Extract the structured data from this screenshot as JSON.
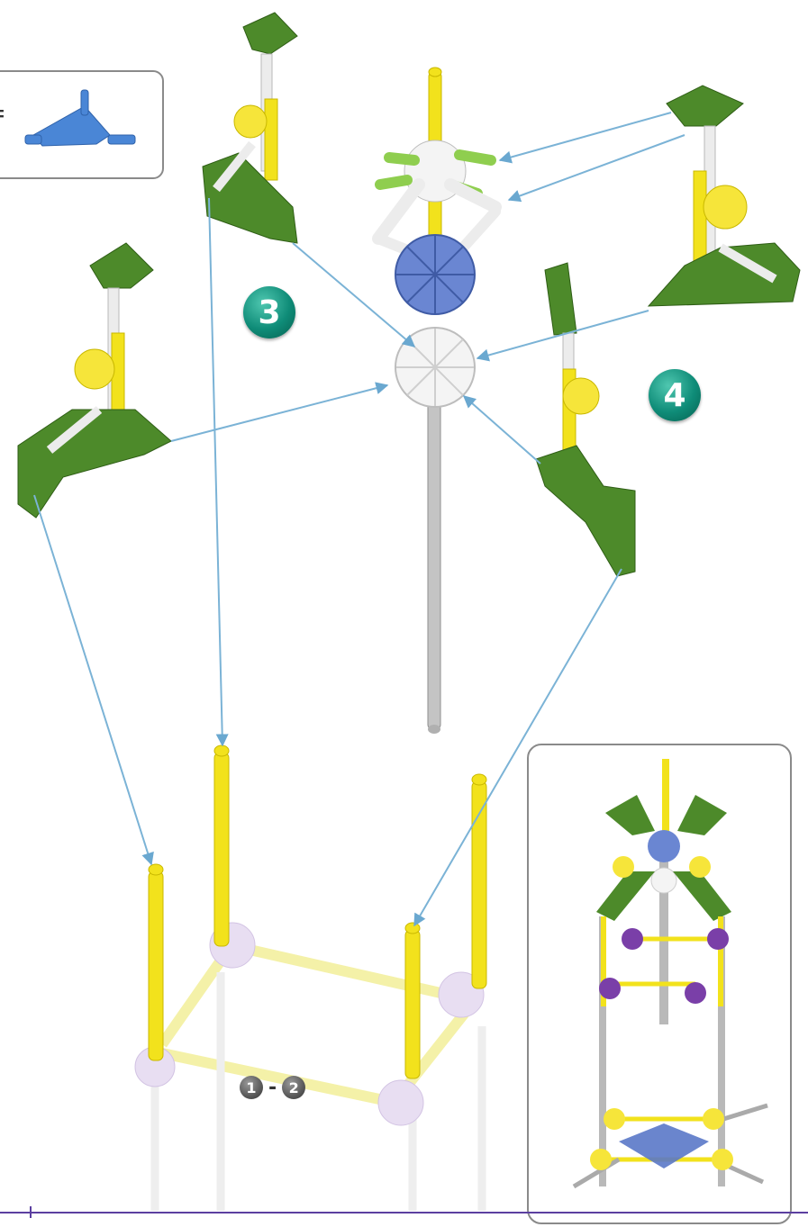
{
  "steps": {
    "three": "3",
    "four": "4"
  },
  "range": {
    "start": "1",
    "separator": "-",
    "end": "2"
  },
  "legend": {
    "equals": "="
  },
  "colors": {
    "green": "#4d8a2a",
    "yellow": "#f2e21c",
    "blue": "#5a78c8",
    "purple": "#7a3fa8",
    "white": "#f2f2f2",
    "gray": "#a8a8a8",
    "arrow": "#7bb3d6",
    "lavender": "#e2d6ef"
  }
}
